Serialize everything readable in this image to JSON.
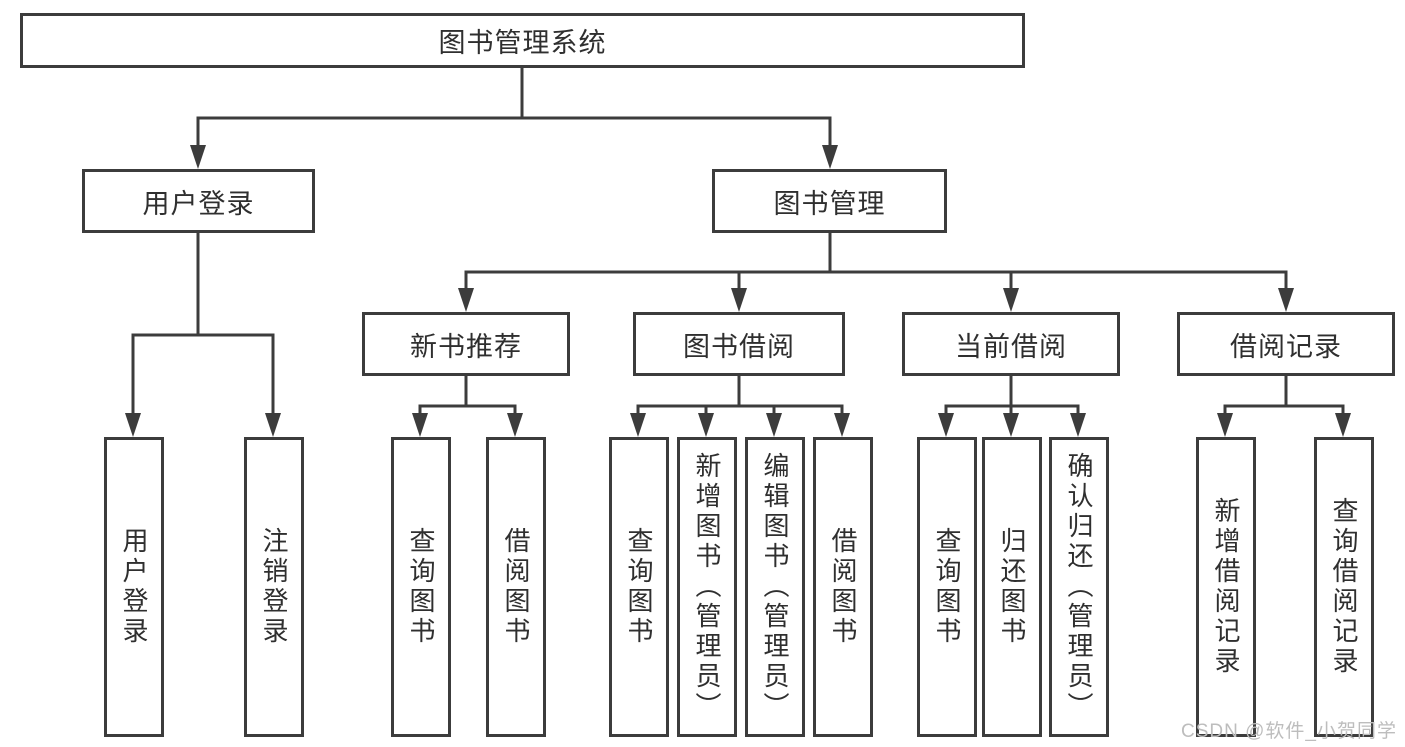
{
  "tree": {
    "root": {
      "label": "图书管理系统",
      "children": [
        {
          "label": "用户登录",
          "children": [
            {
              "label": "用户登录"
            },
            {
              "label": "注销登录"
            }
          ]
        },
        {
          "label": "图书管理",
          "children": [
            {
              "label": "新书推荐",
              "children": [
                {
                  "label": "查询图书"
                },
                {
                  "label": "借阅图书"
                }
              ]
            },
            {
              "label": "图书借阅",
              "children": [
                {
                  "label": "查询图书"
                },
                {
                  "label": "新增图书（管理员）"
                },
                {
                  "label": "编辑图书（管理员）"
                },
                {
                  "label": "借阅图书"
                }
              ]
            },
            {
              "label": "当前借阅",
              "children": [
                {
                  "label": "查询图书"
                },
                {
                  "label": "归还图书"
                },
                {
                  "label": "确认归还（管理员）"
                }
              ]
            },
            {
              "label": "借阅记录",
              "children": [
                {
                  "label": "新增借阅记录"
                },
                {
                  "label": "查询借阅记录"
                }
              ]
            }
          ]
        }
      ]
    }
  },
  "watermark": {
    "text": "CSDN @软件_小贺同学"
  },
  "colors": {
    "line": "#3c3c3c",
    "text": "#2f2f2f",
    "watermark": "#bdbdbd",
    "background": "#ffffff"
  }
}
